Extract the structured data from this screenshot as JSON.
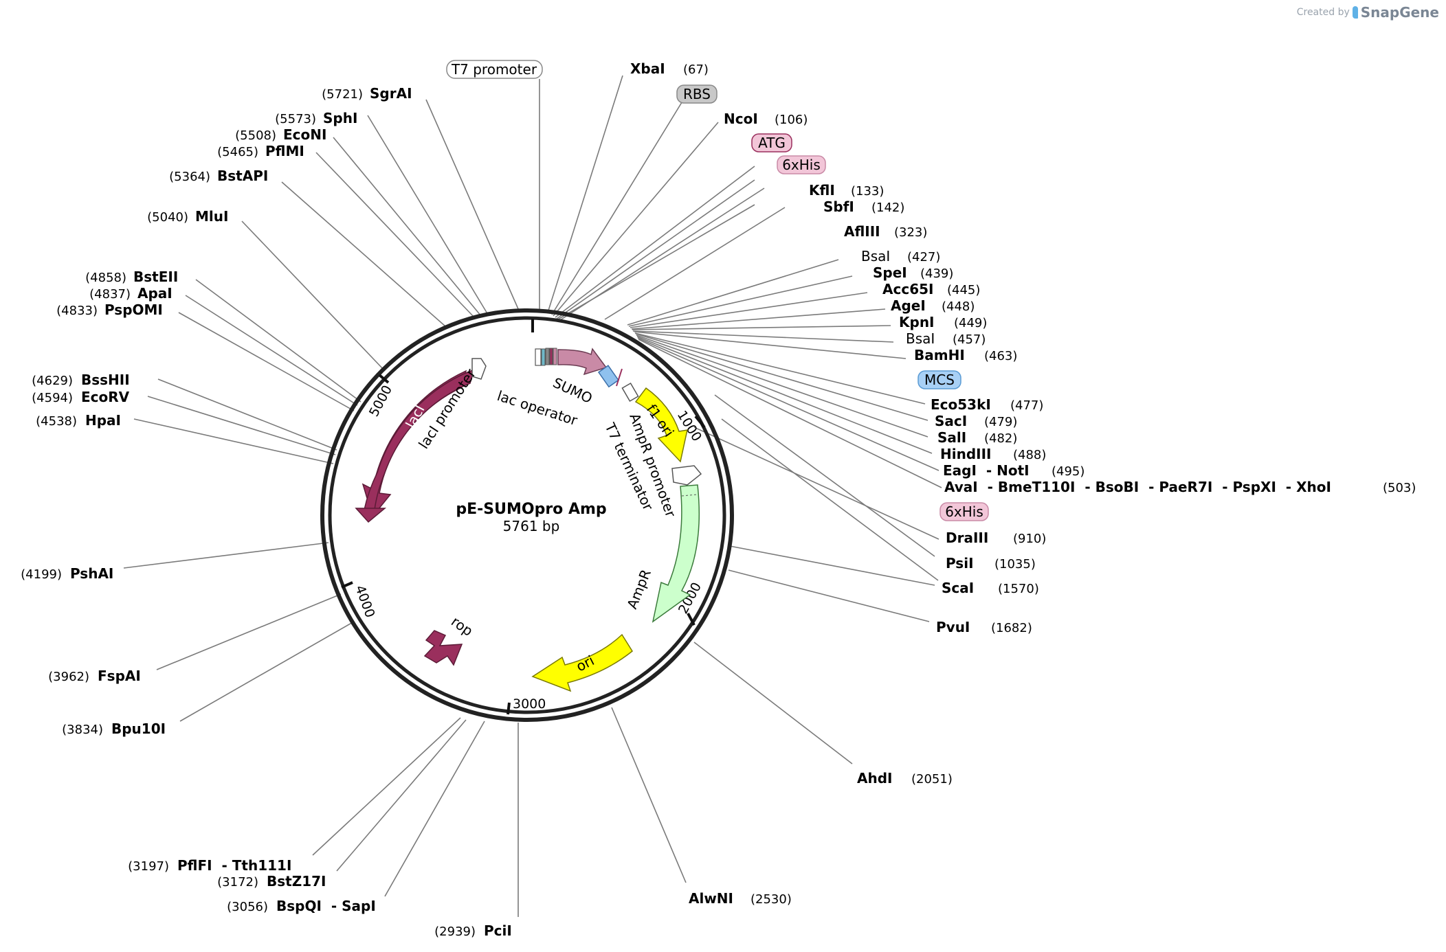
{
  "credit": {
    "prefix": "Created by",
    "brand": "SnapGene"
  },
  "plasmid": {
    "name": "pE-SUMOpro Amp",
    "length_label": "5761 bp",
    "length": 5761
  },
  "ticks": [
    "1000",
    "2000",
    "3000",
    "4000",
    "5000"
  ],
  "features": [
    {
      "name": "lacI",
      "label": "lacI",
      "color": "#9a2f5d",
      "kind": "arrow"
    },
    {
      "name": "lacI-promoter",
      "label": "lacI promoter",
      "color": "#ffffff",
      "kind": "arrow"
    },
    {
      "name": "lac-operator",
      "label": "lac operator",
      "color": "#ffffff",
      "kind": "box"
    },
    {
      "name": "sumo",
      "label": "SUMO",
      "color": "#c98aa6",
      "kind": "arrow"
    },
    {
      "name": "mcs",
      "label": "MCS",
      "color": "#8fc1ee",
      "kind": "box"
    },
    {
      "name": "t7-terminator",
      "label": "T7 terminator",
      "color": "#ffffff",
      "kind": "box"
    },
    {
      "name": "f1-ori",
      "label": "f1 ori",
      "color": "#ffff00",
      "kind": "arrow"
    },
    {
      "name": "ampr-promoter",
      "label": "AmpR promoter",
      "color": "#ffffff",
      "kind": "arrow"
    },
    {
      "name": "ampr",
      "label": "AmpR",
      "color": "#ccffcc",
      "kind": "arrow"
    },
    {
      "name": "ori",
      "label": "ori",
      "color": "#ffff00",
      "kind": "arrow"
    },
    {
      "name": "rop",
      "label": "rop",
      "color": "#9a2f5d",
      "kind": "arrow"
    }
  ],
  "feature_tags": [
    {
      "label": "T7 promoter",
      "fill": "#ffffff",
      "stroke": "#888888"
    },
    {
      "label": "RBS",
      "fill": "#c8c8c8",
      "stroke": "#888888"
    },
    {
      "label": "ATG",
      "fill": "#f2c6d8",
      "stroke": "#9a2f5d"
    },
    {
      "label": "6xHis",
      "fill": "#f2c6d8",
      "stroke": "#c98aa6"
    },
    {
      "label": "MCS",
      "fill": "#a8d0f5",
      "stroke": "#5a9bd4"
    },
    {
      "label": "6xHis",
      "fill": "#f2c6d8",
      "stroke": "#c98aa6"
    }
  ],
  "enzymes_right": [
    {
      "name": "XbaI",
      "pos": "(67)",
      "bold": true
    },
    {
      "name": "NcoI",
      "pos": "(106)",
      "bold": true
    },
    {
      "name": "KflI",
      "pos": "(133)",
      "bold": true
    },
    {
      "name": "SbfI",
      "pos": "(142)",
      "bold": true
    },
    {
      "name": "AflIII",
      "pos": "(323)",
      "bold": true
    },
    {
      "name": "BsaI",
      "pos": "(427)",
      "bold": false
    },
    {
      "name": "SpeI",
      "pos": "(439)",
      "bold": true
    },
    {
      "name": "Acc65I",
      "pos": "(445)",
      "bold": true
    },
    {
      "name": "AgeI",
      "pos": "(448)",
      "bold": true
    },
    {
      "name": "KpnI",
      "pos": "(449)",
      "bold": true
    },
    {
      "name": "BsaI",
      "pos": "(457)",
      "bold": false
    },
    {
      "name": "BamHI",
      "pos": "(463)",
      "bold": true
    },
    {
      "name": "Eco53kI",
      "pos": "(477)",
      "bold": true
    },
    {
      "name": "SacI",
      "pos": "(479)",
      "bold": true
    },
    {
      "name": "SalI",
      "pos": "(482)",
      "bold": true
    },
    {
      "name": "HindIII",
      "pos": "(488)",
      "bold": true
    },
    {
      "name": "EagI  - NotI",
      "pos": "(495)",
      "bold": true
    },
    {
      "name": "AvaI  - BmeT110I  - BsoBI  - PaeR7I  - PspXI  - XhoI",
      "pos": "(503)",
      "bold": true
    },
    {
      "name": "DraIII",
      "pos": "(910)",
      "bold": true
    },
    {
      "name": "PsiI",
      "pos": "(1035)",
      "bold": true
    },
    {
      "name": "ScaI",
      "pos": "(1570)",
      "bold": true
    },
    {
      "name": "PvuI",
      "pos": "(1682)",
      "bold": true
    },
    {
      "name": "AhdI",
      "pos": "(2051)",
      "bold": true
    },
    {
      "name": "AlwNI",
      "pos": "(2530)",
      "bold": true
    }
  ],
  "enzymes_left": [
    {
      "name": "SgrAI",
      "pos": "(5721)"
    },
    {
      "name": "SphI",
      "pos": "(5573)"
    },
    {
      "name": "EcoNI",
      "pos": "(5508)"
    },
    {
      "name": "PflMI",
      "pos": "(5465)"
    },
    {
      "name": "BstAPI",
      "pos": "(5364)"
    },
    {
      "name": "MluI",
      "pos": "(5040)"
    },
    {
      "name": "BstEII",
      "pos": "(4858)"
    },
    {
      "name": "ApaI",
      "pos": "(4837)"
    },
    {
      "name": "PspOMI",
      "pos": "(4833)"
    },
    {
      "name": "BssHII",
      "pos": "(4629)"
    },
    {
      "name": "EcoRV",
      "pos": "(4594)"
    },
    {
      "name": "HpaI",
      "pos": "(4538)"
    },
    {
      "name": "PshAI",
      "pos": "(4199)"
    },
    {
      "name": "FspAI",
      "pos": "(3962)"
    },
    {
      "name": "Bpu10I",
      "pos": "(3834)"
    },
    {
      "name": "PflFI  - Tth111I",
      "pos": "(3197)"
    },
    {
      "name": "BstZ17I",
      "pos": "(3172)"
    },
    {
      "name": "BspQI  - SapI",
      "pos": "(3056)"
    },
    {
      "name": "PciI",
      "pos": "(2939)"
    }
  ]
}
